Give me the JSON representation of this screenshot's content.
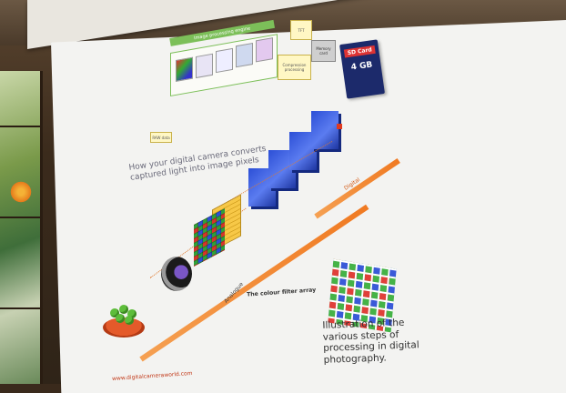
{
  "slide": {
    "heading": "How your digital camera converts\ncaptured light into image pixels",
    "engine_title": "Image processing engine",
    "tft": "TFT",
    "compression": "Compression\nprocessing",
    "memory_card": "Memory\ncard",
    "raw_data": "RAW data",
    "sd_label": "SD Card",
    "sd_size": "4 GB",
    "analog_label": "Analogue",
    "digital_label": "Digital",
    "cfa_title": "The colour filter array",
    "url": "www.digitalcameraworld.com",
    "caption": "Illustration of the\nvarious steps of\nprocessing in digital\nphotography."
  },
  "colors": {
    "screen": "#f3f3f1",
    "engine_green": "#7cbf59",
    "cube_blue": "#2c4fd6",
    "arrow_orange": "#f07a22",
    "sd_navy": "#1c2a6b"
  }
}
